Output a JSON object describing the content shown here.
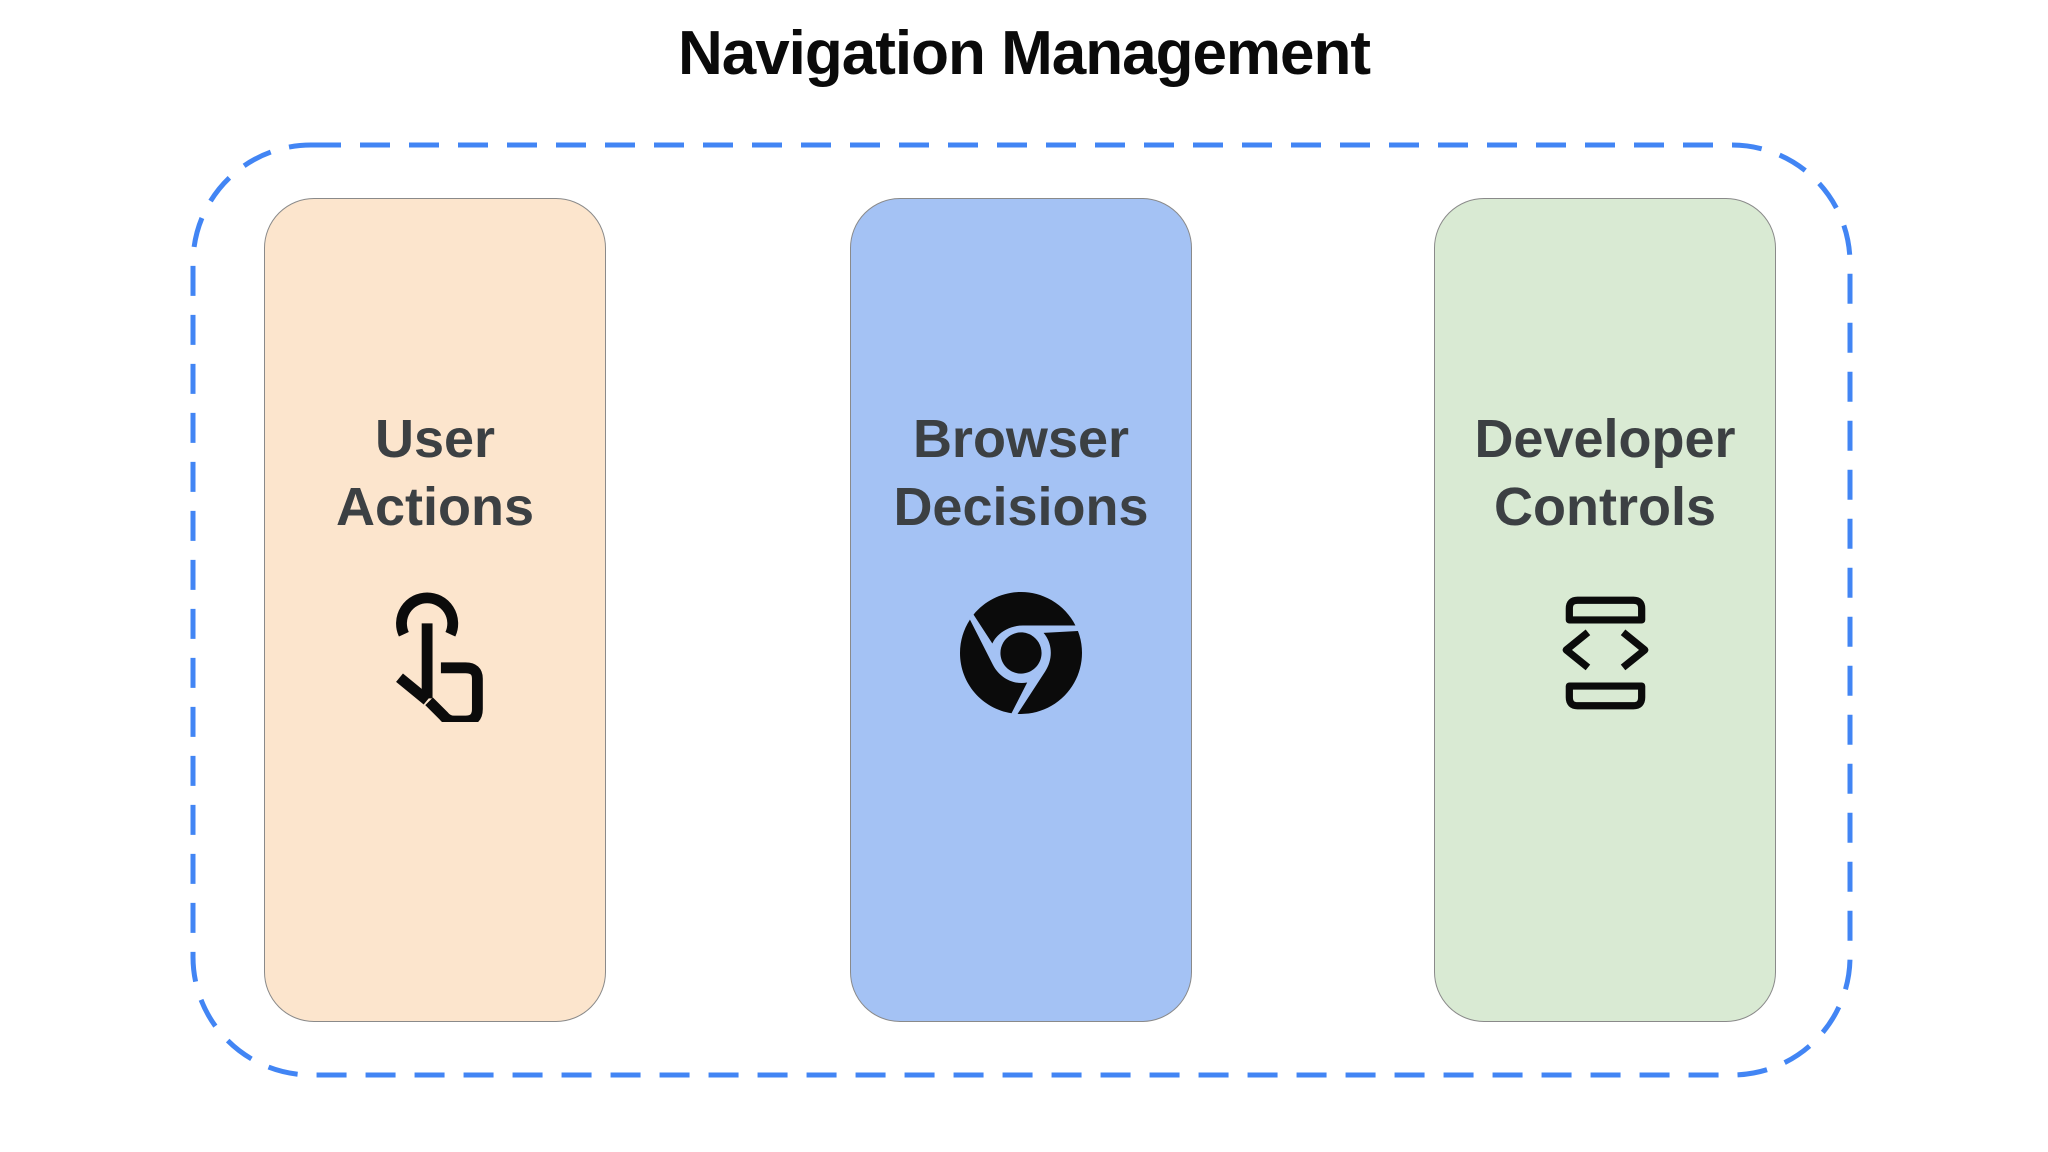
{
  "title": "Navigation Management",
  "colors": {
    "background": "#ffffff",
    "dashed_border": "#4285F4",
    "card_border": "#8a8a8a",
    "label_text": "#3c4043",
    "title_text": "#0a0a0a",
    "icon": "#0b0b0b"
  },
  "container": {
    "style": "dashed rounded rectangle"
  },
  "cards": [
    {
      "id": "user-actions",
      "label_line1": "User",
      "label_line2": "Actions",
      "icon": "touch-gesture-icon",
      "fill": "#FCE5CD"
    },
    {
      "id": "browser-decisions",
      "label_line1": "Browser",
      "label_line2": "Decisions",
      "icon": "chrome-icon",
      "fill": "#A4C2F4"
    },
    {
      "id": "developer-controls",
      "label_line1": "Developer",
      "label_line2": "Controls",
      "icon": "developer-mode-icon",
      "fill": "#D9EAD3"
    }
  ]
}
